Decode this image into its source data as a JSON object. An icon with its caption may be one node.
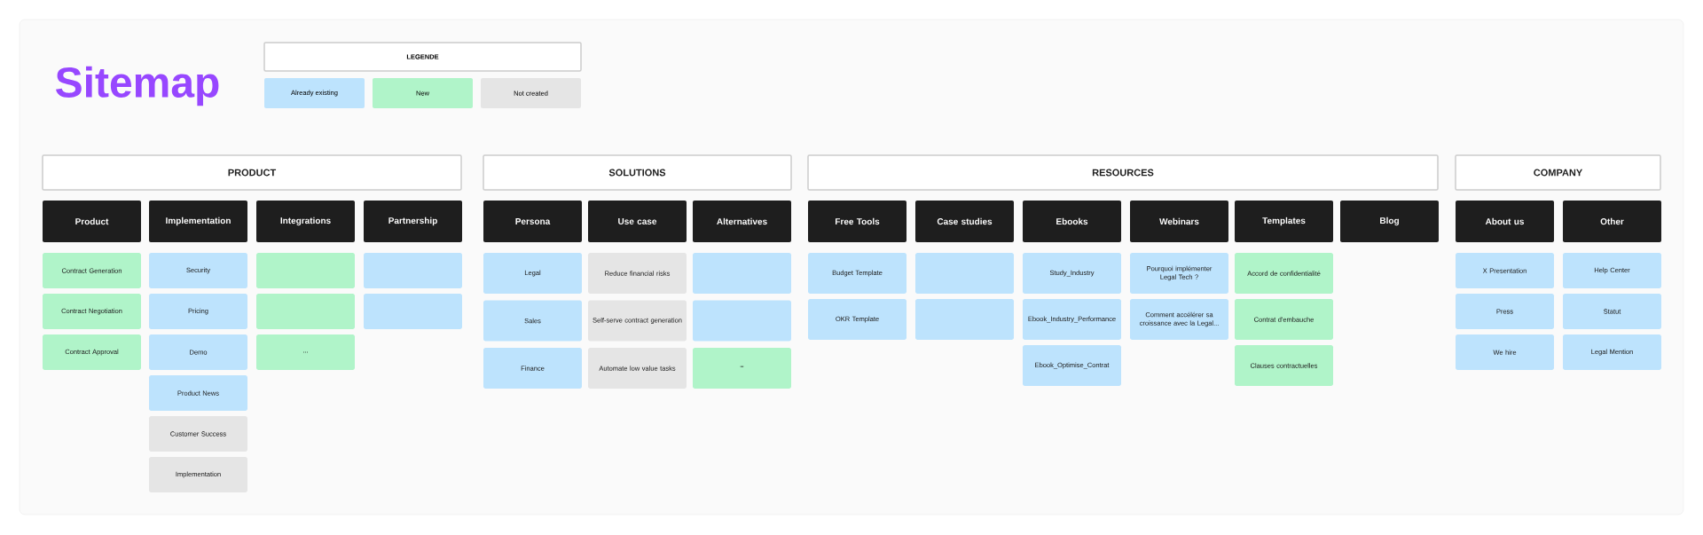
{
  "diagram": {
    "title": "Sitemap",
    "nodes": [
      {
        "text": [
          "PRODUCT"
        ]
      },
      {
        "text": [
          "Product"
        ]
      },
      {
        "text": [
          "Contract Generation"
        ]
      },
      {
        "text": [
          "Contract Negotiation"
        ]
      },
      {
        "text": [
          "Contract Approval"
        ]
      },
      {
        "text": [
          "Implementation"
        ]
      },
      {
        "text": [
          "Security"
        ]
      },
      {
        "text": [
          "Pricing"
        ]
      },
      {
        "text": [
          "Demo"
        ]
      },
      {
        "text": [
          "Product News"
        ]
      },
      {
        "text": [
          "Customer Success"
        ]
      },
      {
        "text": [
          "Implementation"
        ]
      },
      {
        "text": [
          "Integrations"
        ]
      },
      {
        "text": [],
        "shape": "box"
      },
      {
        "text": [],
        "shape": "box"
      },
      {
        "text": [
          "..."
        ]
      },
      {
        "text": [
          "Partnership"
        ]
      },
      {
        "text": [],
        "shape": "box"
      },
      {
        "text": [],
        "shape": "box"
      },
      {
        "text": [
          "SOLUTIONS"
        ]
      },
      {
        "text": [
          "Persona"
        ]
      },
      {
        "text": [
          "Legal"
        ]
      },
      {
        "text": [
          "Sales"
        ]
      },
      {
        "text": [
          "Finance"
        ]
      },
      {
        "text": [
          "Use case"
        ]
      },
      {
        "text": [
          "Reduce financial risks"
        ]
      },
      {
        "text": [
          "Self-serve contract generation"
        ]
      },
      {
        "text": [
          "Automate low value tasks"
        ]
      },
      {
        "text": [
          "Alternatives"
        ]
      },
      {
        "text": [],
        "shape": "box"
      },
      {
        "text": [],
        "shape": "box"
      },
      {
        "text": [
          "\"'"
        ]
      },
      {
        "text": [
          "RESOURCES"
        ]
      },
      {
        "text": [
          "Free Tools"
        ]
      },
      {
        "text": [
          "Budget Template"
        ]
      },
      {
        "text": [
          "OKR Template"
        ]
      },
      {
        "text": [
          "Case studies"
        ]
      },
      {
        "text": [],
        "shape": "box"
      },
      {
        "text": [],
        "shape": "box"
      },
      {
        "text": [
          "Ebooks"
        ]
      },
      {
        "text": [
          "Study_Industry"
        ]
      },
      {
        "text": [
          "Ebook_Industry_Performance"
        ]
      },
      {
        "text": [
          "Ebook_Optimise_Contrat"
        ]
      },
      {
        "text": [
          "Webinars"
        ]
      },
      {
        "text": [
          "Pourquoi implémenter Legal Tech ?"
        ]
      },
      {
        "text": [
          "Comment accélérer sa croissance avec la Legal..."
        ]
      },
      {
        "text": [
          "Templates"
        ]
      },
      {
        "text": [
          "Accord de confidentialité"
        ]
      },
      {
        "text": [
          "Contrat d'embauche"
        ]
      },
      {
        "text": [
          "Clauses contractuelles"
        ]
      },
      {
        "text": [
          "Blog"
        ]
      },
      {
        "text": [
          "COMPANY"
        ]
      },
      {
        "text": [
          "About us"
        ]
      },
      {
        "text": [
          "X Presentation"
        ]
      },
      {
        "text": [
          "Press"
        ]
      },
      {
        "text": [
          "We hire"
        ]
      },
      {
        "text": [
          "Other"
        ]
      },
      {
        "text": [
          "Help Center"
        ]
      },
      {
        "text": [
          "Statut"
        ]
      },
      {
        "text": [
          "Legal Mention"
        ]
      }
    ],
    "labels": [
      "LEGENDE"
    ],
    "legend": [
      {
        "text": "Already existing",
        "color": "#bde3fd"
      },
      {
        "text": "New",
        "color": "#b0f4c9"
      },
      {
        "text": "Not created",
        "color": "#e5e5e5"
      }
    ]
  }
}
